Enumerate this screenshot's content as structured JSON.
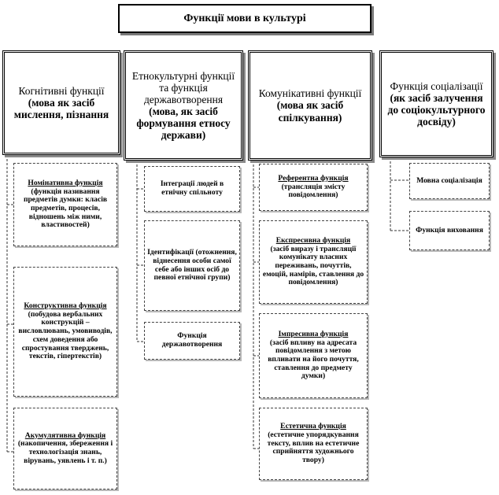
{
  "title": "Функції мови в культурі",
  "columns": [
    {
      "name": "Когнітивні функції",
      "note": "(мова як засіб мислення, пізнання",
      "items": [
        {
          "name": "Номінативна функція",
          "desc": "(функція називання предметів думки: класів предметів, процесів, відношень між ними, властивостей)"
        },
        {
          "name": "Конструктивна функція",
          "desc": "(побудова вербальних конструкцій – висловлювань, умовиводів, схем доведення або спростування тверджень, текстів, гіпертекстів)"
        },
        {
          "name": "Акумулятивна функція",
          "desc": "(накопичення, збереження і технологізація знань, вірувань, уявлень і т. п.)"
        }
      ]
    },
    {
      "name": "Етнокультурні функції та функція державотворення",
      "note": "(мова, як засіб формування етносу держави)",
      "items": [
        {
          "name": "",
          "desc": "Інтеграції людей в етнічну спільноту"
        },
        {
          "name": "",
          "desc": "Ідентифікації (отожнення, віднесення особи самої себе або інших осіб до певної етнічної групи)"
        },
        {
          "name": "",
          "desc": "Функція державотворення"
        }
      ]
    },
    {
      "name": "Комунікативні функції",
      "note": "(мова як засіб спілкування)",
      "items": [
        {
          "name": "Референтна функція",
          "desc": "(трансляція змісту повідомлення)"
        },
        {
          "name": "Експресивна функція",
          "desc": "(засіб виразу і трансляції комунікату власних переживань, почуттів, емоцій, намірів, ставлення до повідомлення)"
        },
        {
          "name": "Імпресивна функція",
          "desc": "(засіб впливу на адресата повідомлення з метою впливати на його почуття, ставлення до предмету думки)"
        },
        {
          "name": "Естетична функція",
          "desc": "(естетичне упорядкування тексту, вплив на естетичне сприйняття художнього твору)"
        }
      ]
    },
    {
      "name": "Функція соціалізації",
      "note": "(як засіб залучення до соціокультурного досвіду)",
      "items": [
        {
          "name": "",
          "desc": "Мовна соціалізація"
        },
        {
          "name": "",
          "desc": "Функція виховання"
        }
      ]
    }
  ]
}
